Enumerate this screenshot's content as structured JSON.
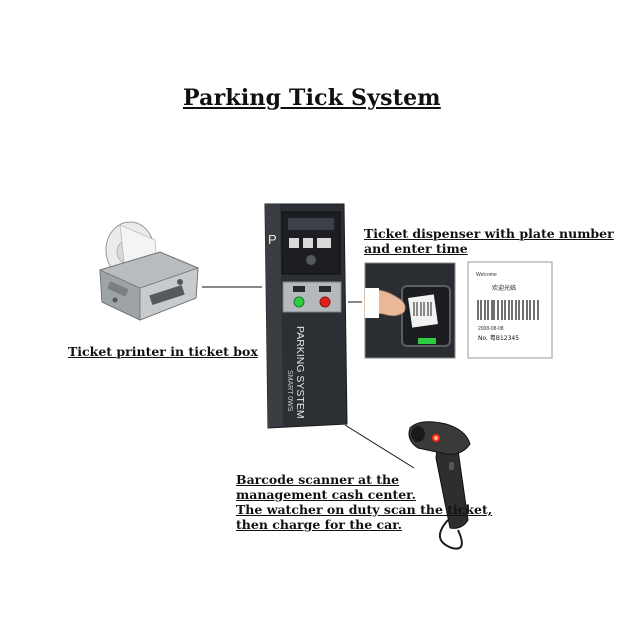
{
  "title": "Parking Tick System",
  "captions": {
    "printer": "Ticket printer in ticket box",
    "dispenser_line1": "Ticket dispenser with plate number",
    "dispenser_line2": "and enter time",
    "scanner_line1": "Barcode scanner at the",
    "scanner_line2": "management cash center.",
    "scanner_line3": "The watcher on duty scan the ticket,",
    "scanner_line4": "then charge for the car."
  },
  "kiosk": {
    "logo": "P",
    "label": "PARKING SYSTEM",
    "sublabel": "SMART 0WS"
  },
  "ticket": {
    "brand": "Welcome",
    "heading": "欢迎光临",
    "plate": "No. 粤B12345",
    "date": "2008-08-08"
  },
  "colors": {
    "kiosk_body": "#2c2f33",
    "green_button": "#2ecc40",
    "red_button": "#e0201a",
    "scanner_light": "#ff2a10"
  }
}
